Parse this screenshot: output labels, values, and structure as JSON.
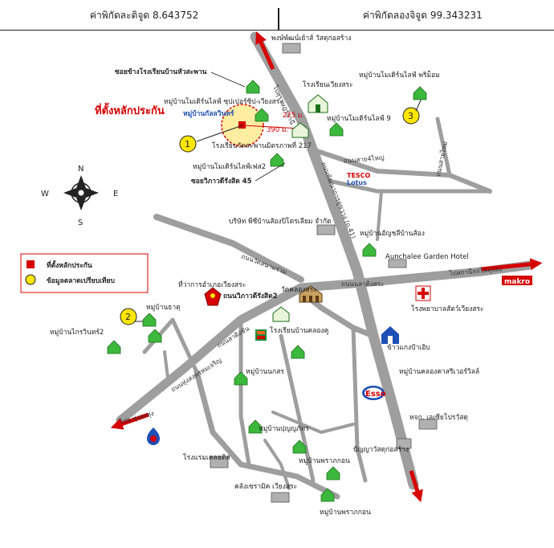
{
  "header": {
    "latitude": "ค่าพิกัดละติจูด 8.643752",
    "longitude": "ค่าพิกัดลองจิจูด 99.343231"
  },
  "colors": {
    "road": "#9e9e9e",
    "accent_red": "#d60000",
    "circle_yellow": "#ffe600",
    "house_green": "#3cb83c",
    "house_blue": "#1f4fb5"
  },
  "compass": {
    "n": "N",
    "s": "S",
    "e": "E",
    "w": "W"
  },
  "legend": {
    "collateral": "ที่ตั้งหลักประกัน",
    "market": "ข้อมูลตลาดเปรียบเทียบ"
  },
  "markers": {
    "m1": "1",
    "m2": "2",
    "m3": "3"
  },
  "title": {
    "collateral_location": "ที่ตั้งหลักประกัน",
    "village": "หมู่บ้านกัลลวินทร์"
  },
  "distances": {
    "d1": "225 ม.",
    "d2": "390 ม."
  },
  "roads": {
    "main_north": "ไปสุราษฎร์ธานี",
    "main_mid": "ถนนพัฒนาการคูขวาง (ถ.41)",
    "road_east": "ถนนสาย4ไหญ่",
    "road_ne": "ถนนสายไหม่",
    "road_khlong": "ถนนวัดสนามร่วม",
    "road_dist": "ถนนนลาดิงสระ",
    "to_airport": "ไปสถานีรถไฟทุ่งสง",
    "to_south": "ไปอ.ทุ่งสงทุ่ง",
    "road_sw": "ถนนทุ่งสงพรหมเจริญ",
    "road_sw2": "ถนนลาดิงชัน"
  },
  "places": {
    "p_north": "พงษ์พัฒน์เย้าส์ วัสดุก่อสร้าง",
    "p_alley": "ซอยข้างโรงเรียนบ้านหัวสะพาน",
    "p_vill_super": "หมู่บ้านโมเดิร์นไลฟ์ ซุปเปอร์ซิป-เวียงสระ",
    "p_school_wiang": "โรงเรียนเวียงสระ",
    "p_modern_pitmo": "หมู่บ้านโมเดิร์นไลฟ์ พริม็อม",
    "p_modern9": "หมู่บ้านโมเดิร์นไลฟ์ 9",
    "p_school_sanam": "โรงเรียนวัดสะพานมิตรภาพที่ 217",
    "p_modern_phase2": "หมู่บ้านโมเดิร์นไลฟ์เฟส2",
    "p_soi45": "ซอยวิภาวดีรังสิต 45",
    "p_tesco1": "TESCO",
    "p_tesco2": "Lotus",
    "p_company": "บริษัท พีซีบ้านส้องปิโตรเลียม จำกัด",
    "p_anchanbansong": "หมู่บ้านอัญชลีบ้านส้อง",
    "p_hotel": "Aunchalee Garden Hotel",
    "p_makro": "makro",
    "p_district_office": "ที่ว่าการอำเภอเวียงสระ",
    "p_wat": "วัดคลองสระ",
    "p_vipavadee2": "ถนนวิภาวดีรังสิต2",
    "p_hospital": "โรงพยาบาลสัตว์เวียงสระ",
    "p_rama": "หมู่บ้านธาตุ",
    "p_krairin2": "หมู่บ้านไกรวินทร์2",
    "p_school_khlong": "โรงเรียนบ้านคลองคู",
    "p_bank": "ข้าวแกงป้าเอิบ",
    "p_khlongsara_river": "หมู่บ้านคลองคาสริเวอร์วิลล์",
    "p_mubankorn": "หมู่บ้านนกสร",
    "p_esso": "Esso",
    "p_college": "หจก. เลเซียโปรวัสดุ",
    "p_bunyaphat": "หมู่บ้านปุญญภัทร",
    "p_panya": "ปัญญาวัสดุก่อสร้าง",
    "p_hotel_kaes": "โรงแรมเคลอติส",
    "p_vill_phra": "หมู่บ้านพราภกอน",
    "p_khlang": "คลังเซรามิค เวียงสระ",
    "p_vill_phra2": "หมู่บ้านพราภกอน"
  }
}
